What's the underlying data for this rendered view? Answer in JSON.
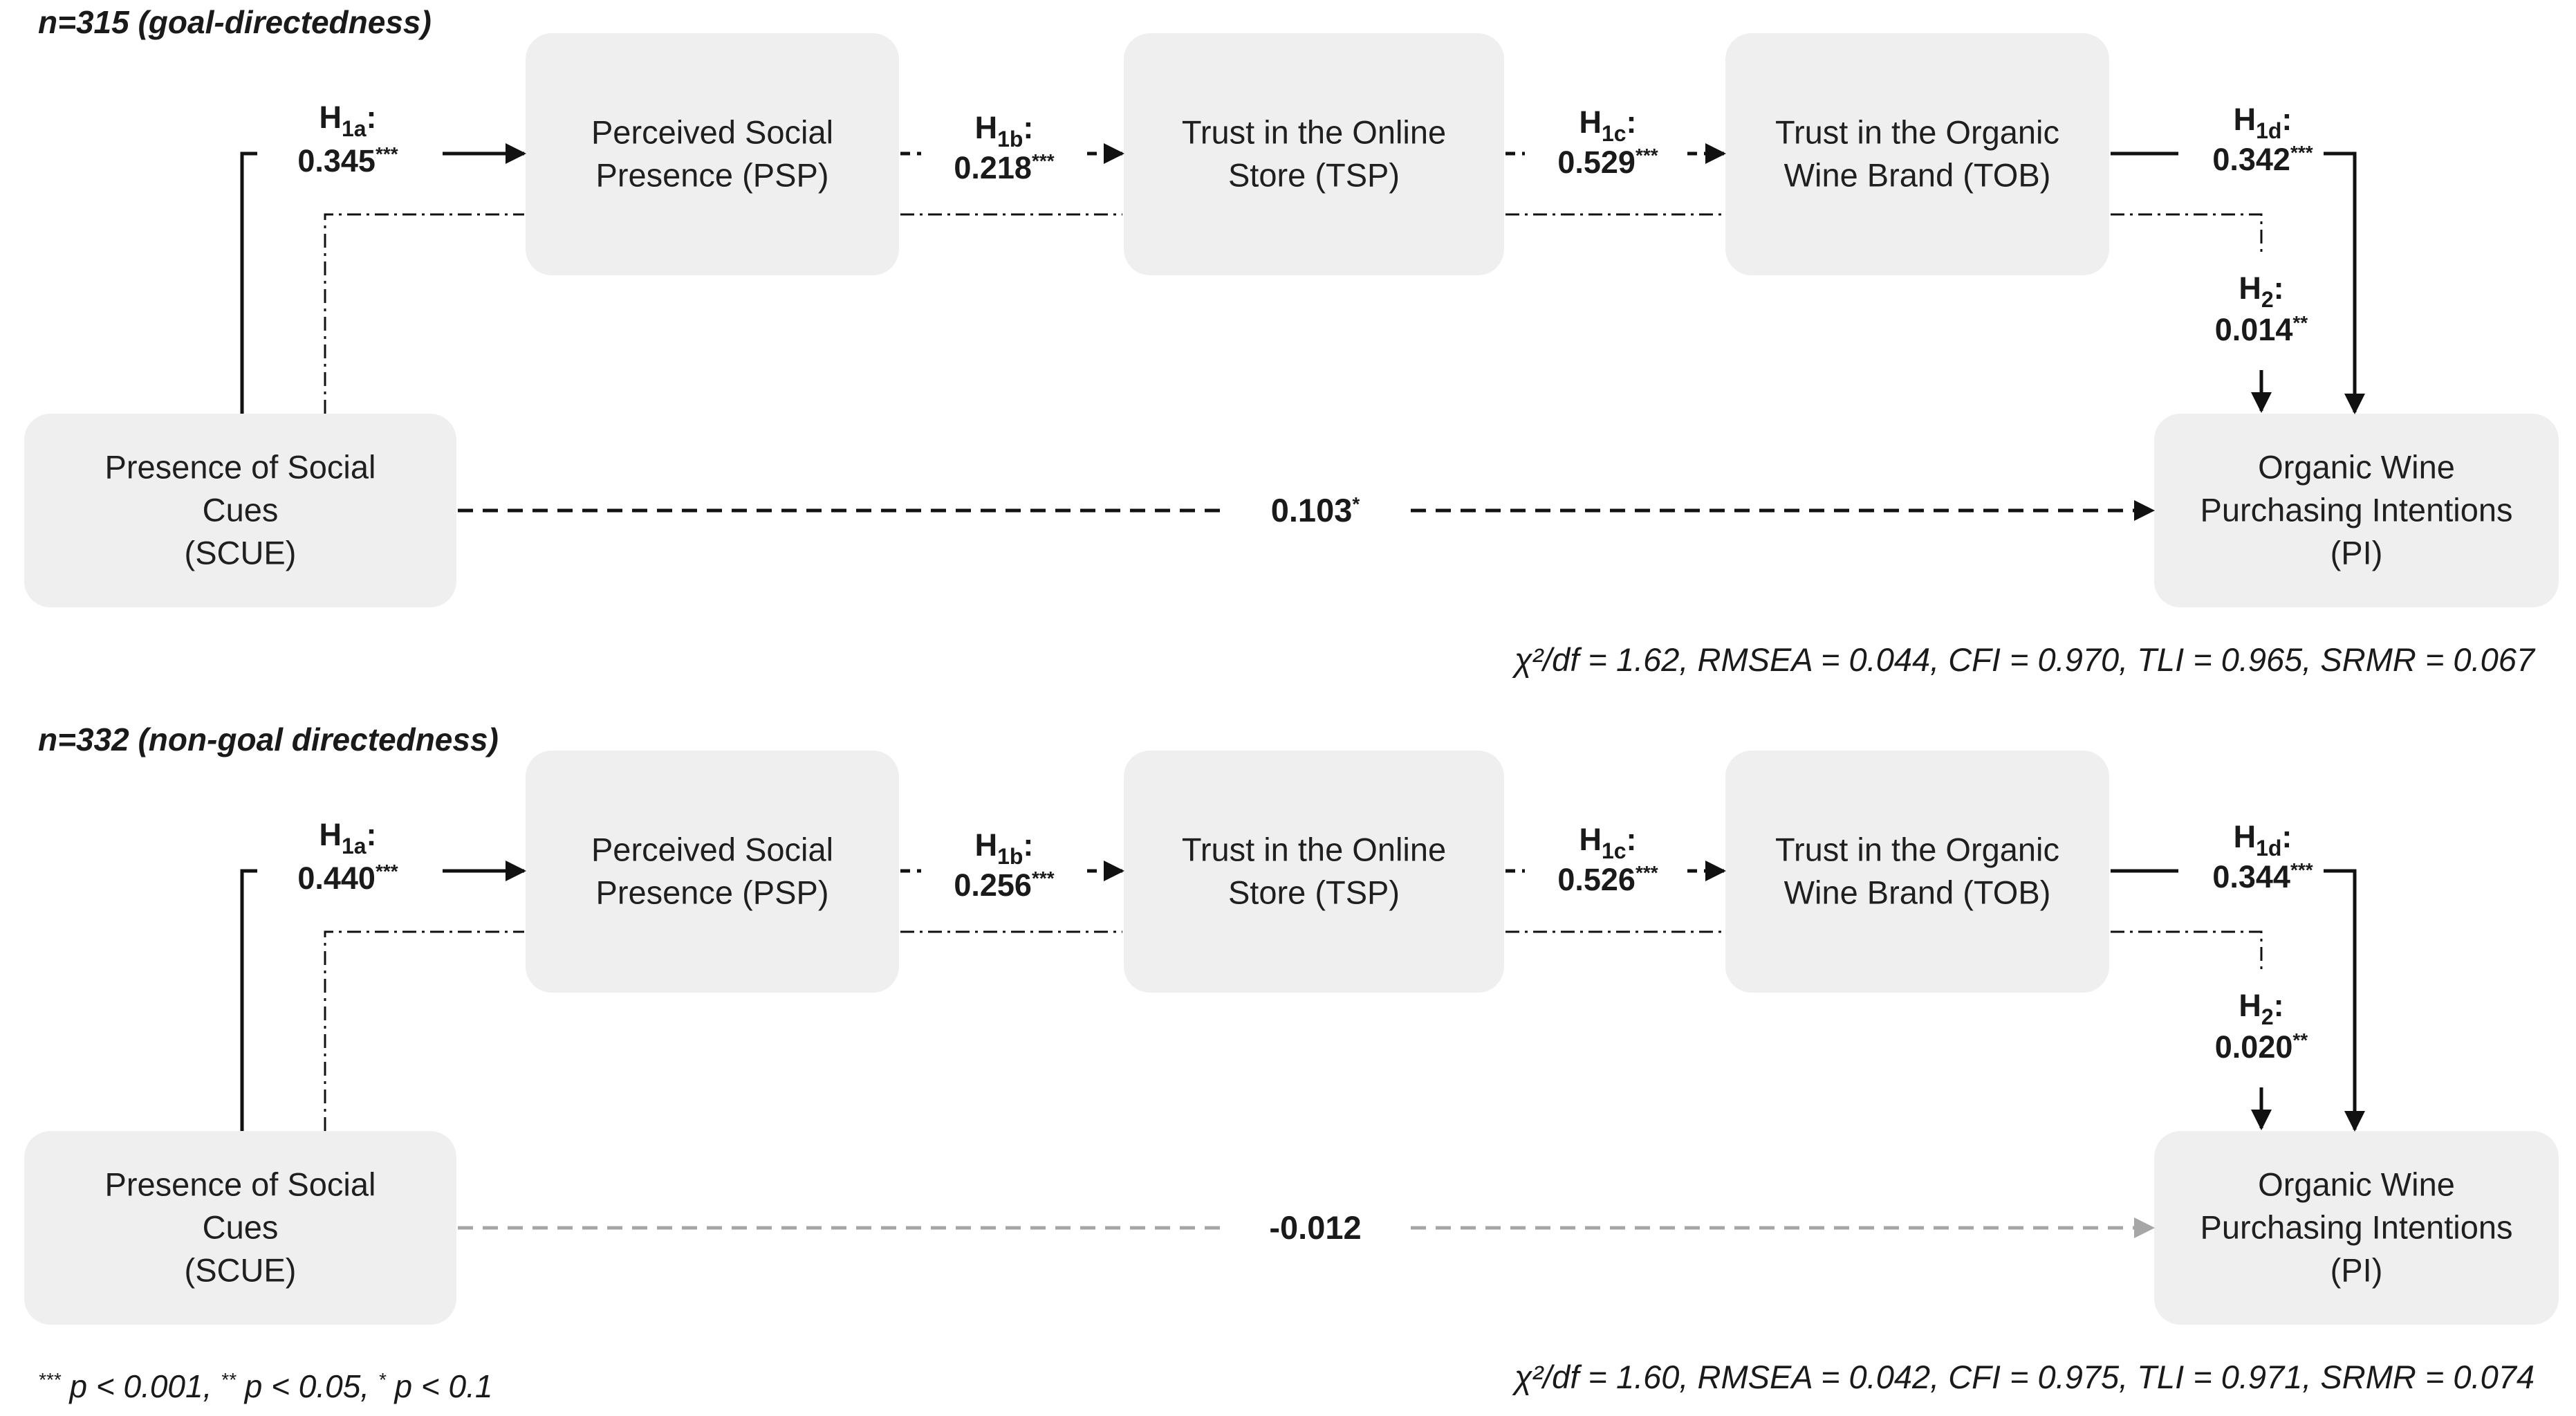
{
  "panels": [
    {
      "heading": "n=315 (goal-directedness)",
      "nodes": {
        "psp": [
          "Perceived Social",
          "Presence (PSP)"
        ],
        "tsp": [
          "Trust in the Online",
          "Store (TSP)"
        ],
        "tob": [
          "Trust in the Organic",
          "Wine Brand (TOB)"
        ],
        "scue": [
          "Presence of Social",
          "Cues",
          "(SCUE)"
        ],
        "pi": [
          "Organic Wine",
          "Purchasing Intentions",
          "(PI)"
        ]
      },
      "paths": {
        "h1a": {
          "h": "H",
          "sub": "1a",
          "colon": ":",
          "value": "0.345",
          "sig": "***"
        },
        "h1b": {
          "h": "H",
          "sub": "1b",
          "colon": ":",
          "value": "0.218",
          "sig": "***"
        },
        "h1c": {
          "h": "H",
          "sub": "1c",
          "colon": ":",
          "value": "0.529",
          "sig": "***"
        },
        "h1d": {
          "h": "H",
          "sub": "1d",
          "colon": ":",
          "value": "0.342",
          "sig": "***"
        },
        "h2": {
          "h": "H",
          "sub": "2",
          "colon": ":",
          "value": "0.014",
          "sig": "**"
        }
      },
      "direct": {
        "value": "0.103",
        "sig": "*",
        "significant": true
      },
      "fit": "χ²/df = 1.62, RMSEA = 0.044, CFI = 0.970, TLI = 0.965, SRMR = 0.067"
    },
    {
      "heading": "n=332 (non-goal directedness)",
      "nodes": {
        "psp": [
          "Perceived Social",
          "Presence (PSP)"
        ],
        "tsp": [
          "Trust in the Online",
          "Store (TSP)"
        ],
        "tob": [
          "Trust in the Organic",
          "Wine Brand (TOB)"
        ],
        "scue": [
          "Presence of Social",
          "Cues",
          "(SCUE)"
        ],
        "pi": [
          "Organic Wine",
          "Purchasing Intentions",
          "(PI)"
        ]
      },
      "paths": {
        "h1a": {
          "h": "H",
          "sub": "1a",
          "colon": ":",
          "value": "0.440",
          "sig": "***"
        },
        "h1b": {
          "h": "H",
          "sub": "1b",
          "colon": ":",
          "value": "0.256",
          "sig": "***"
        },
        "h1c": {
          "h": "H",
          "sub": "1c",
          "colon": ":",
          "value": "0.526",
          "sig": "***"
        },
        "h1d": {
          "h": "H",
          "sub": "1d",
          "colon": ":",
          "value": "0.344",
          "sig": "***"
        },
        "h2": {
          "h": "H",
          "sub": "2",
          "colon": ":",
          "value": "0.020",
          "sig": "**"
        }
      },
      "direct": {
        "value": "-0.012",
        "sig": "",
        "significant": false
      },
      "fit": "χ²/df = 1.60, RMSEA = 0.042, CFI = 0.975, TLI = 0.971, SRMR = 0.074"
    }
  ],
  "footnote": {
    "s3": "***",
    "t3": " p < 0.001, ",
    "s2": "**",
    "t2": " p < 0.05, ",
    "s1": "*",
    "t1": " p < 0.1"
  },
  "colors": {
    "box_fill": "#efefef",
    "line": "#111111",
    "nonsignificant_line": "#a6a6a6"
  }
}
